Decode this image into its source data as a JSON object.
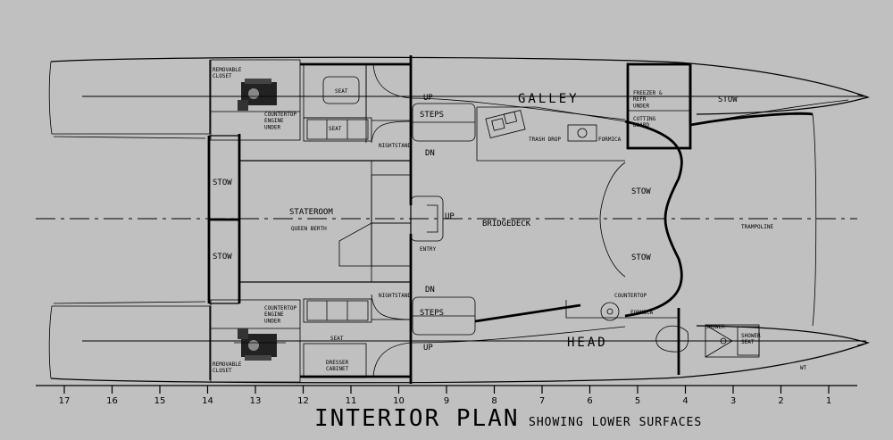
{
  "title": "INTERIOR PLAN",
  "subtitle": "SHOWING LOWER SURFACES",
  "stations": [
    "17",
    "16",
    "15",
    "14",
    "13",
    "12",
    "11",
    "10",
    "9",
    "8",
    "7",
    "6",
    "5",
    "4",
    "3",
    "2",
    "1"
  ],
  "labels": {
    "removable_closet": "REMOVABLE\nCLOSET",
    "countertop_engine_under": "COUNTERTOP\nENGINE\nUNDER",
    "seat": "SEAT",
    "steps": "STEPS",
    "up": "UP",
    "dn": "DN",
    "galley": "GALLEY",
    "freezer_refr": "FREEZER &\nREFR\nUNDER",
    "cutting_board": "CUTTING\nBOARD",
    "trash_drop": "TRASH DROP",
    "formica": "FORMICA",
    "stow": "STOW",
    "nightstand": "NIGHTSTAND",
    "stateroom": "STATEROOM",
    "queen_berth": "QUEEN BERTH",
    "entry": "ENTRY",
    "bridgedeck": "BRIDGEDECK",
    "trampoline": "TRAMPOLINE",
    "countertop": "COUNTERTOP",
    "head": "HEAD",
    "shower": "SHOWER",
    "shower_seat": "SHOWER\nSEAT",
    "dresser_cabinet": "DRESSER\nCABINET",
    "wt": "WT"
  }
}
